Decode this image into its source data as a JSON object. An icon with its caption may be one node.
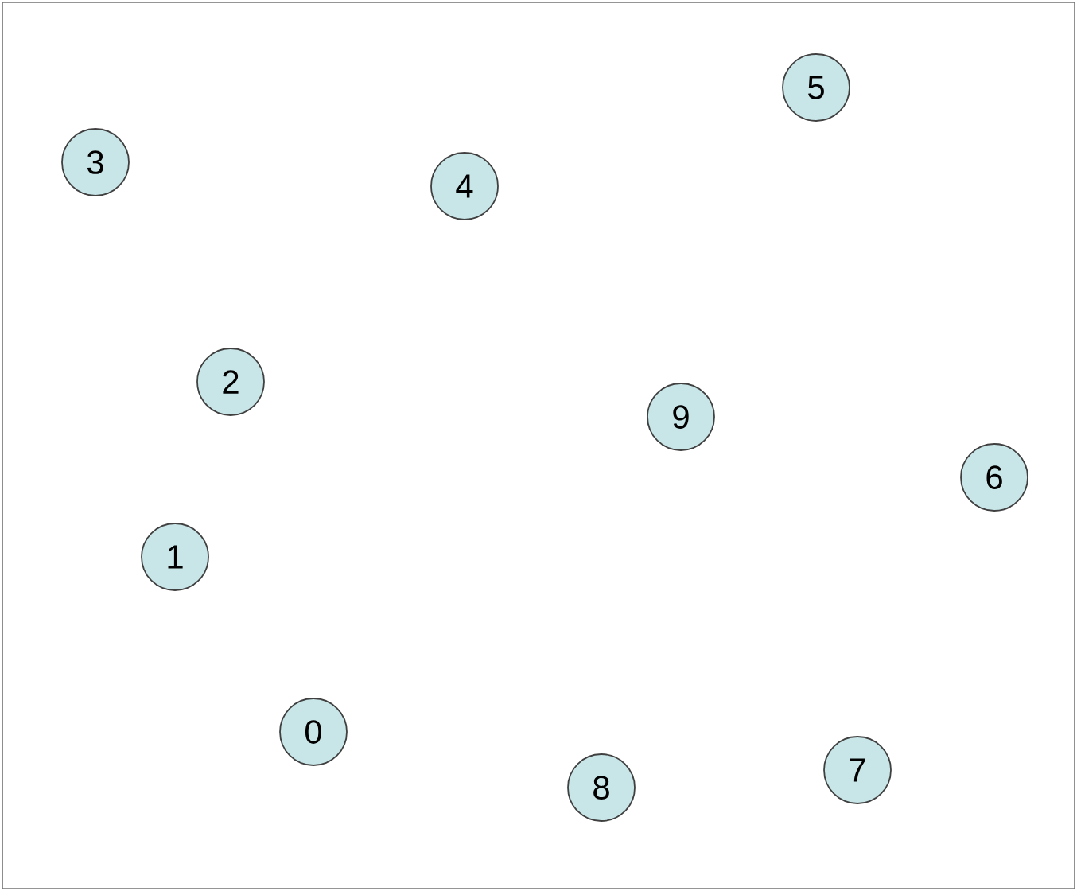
{
  "diagram": {
    "nodes": [
      {
        "text": [
          "5"
        ]
      },
      {
        "text": [
          "3"
        ]
      },
      {
        "text": [
          "4"
        ]
      },
      {
        "text": [
          "2"
        ]
      },
      {
        "text": [
          "9"
        ]
      },
      {
        "text": [
          "6"
        ]
      },
      {
        "text": [
          "1"
        ]
      },
      {
        "text": [
          "0"
        ]
      },
      {
        "text": [
          "7"
        ]
      },
      {
        "text": [
          "8"
        ]
      }
    ]
  }
}
